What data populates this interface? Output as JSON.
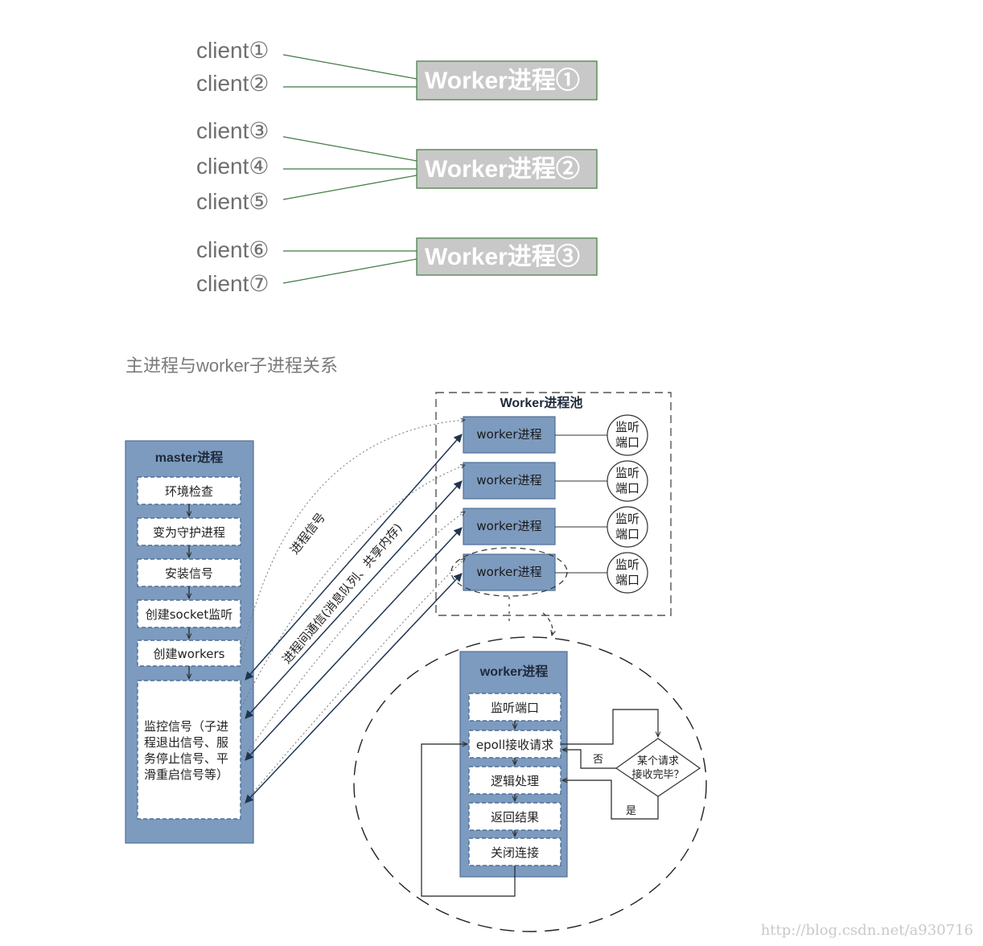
{
  "top": {
    "clients": [
      "client①",
      "client②",
      "client③",
      "client④",
      "client⑤",
      "client⑥",
      "client⑦"
    ],
    "workers": [
      "Worker进程①",
      "Worker进程②",
      "Worker进程③"
    ]
  },
  "caption": "主进程与worker子进程关系",
  "master": {
    "title": "master进程",
    "steps": [
      "环境检查",
      "变为守护进程",
      "安装信号",
      "创建socket监听",
      "创建workers"
    ],
    "monitor_lines": [
      "监控信号（子进",
      "程退出信号、服",
      "务停止信号、平",
      "滑重启信号等）"
    ]
  },
  "pool": {
    "title": "Worker进程池",
    "workers": [
      "worker进程",
      "worker进程",
      "worker进程",
      "worker进程"
    ],
    "port_line1": "监听",
    "port_line2": "端口"
  },
  "labels": {
    "signal": "进程信号",
    "ipc": "进程间通信(消息队列、共享内存)"
  },
  "detail": {
    "title": "worker进程",
    "steps": [
      "监听端口",
      "epoll接收请求",
      "逻辑处理",
      "返回结果",
      "关闭连接"
    ],
    "decision_line1": "某个请求",
    "decision_line2": "接收完毕？",
    "no": "否",
    "yes": "是"
  },
  "watermark": "http://blog.csdn.net/a930716",
  "colors": {
    "box_fill": "#7d9bbf",
    "box_stroke": "#4f6f95",
    "top_worker_fill": "#c8c8c8",
    "top_worker_stroke": "#3f7a3f",
    "client_line": "#3f7a3f",
    "arrow": "#1f3550"
  }
}
